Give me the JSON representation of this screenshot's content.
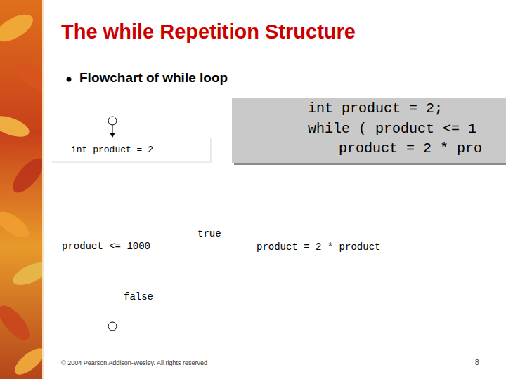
{
  "diagram": {
    "title": "The while Repetition Structure",
    "nodes": [
      {
        "text": [
          "int product = 2;",
          "while ( product <= 1",
          "product = 2 * pro"
        ]
      },
      {
        "text": [
          "int product = 2"
        ]
      }
    ],
    "labels": [
      "Flowchart of while loop",
      "product <= 1000",
      "true",
      "product = 2 * product",
      "false",
      "© 2004 Pearson Addison-Wesley. All rights reserved",
      "8"
    ]
  }
}
